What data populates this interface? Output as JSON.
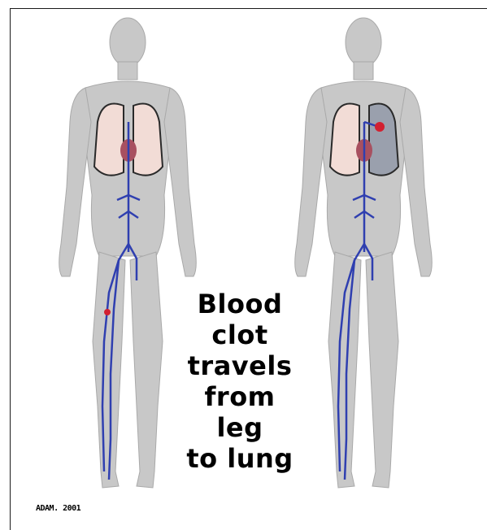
{
  "caption": {
    "lines": [
      "Blood",
      "clot",
      "travels",
      "from leg",
      "to lung"
    ]
  },
  "credit": "ADAM. 2001",
  "colors": {
    "background": "#ffffff",
    "body": "#c8c8c8",
    "lung": "#f2dcd6",
    "vein": "#2f3fb0",
    "clot": "#d22030",
    "blocked_lung": "#9aa0ad"
  },
  "figures": [
    {
      "id": "before",
      "clot_location": "left leg",
      "lung_blockage": false
    },
    {
      "id": "after",
      "clot_location": "lung",
      "lung_blockage": true
    }
  ]
}
